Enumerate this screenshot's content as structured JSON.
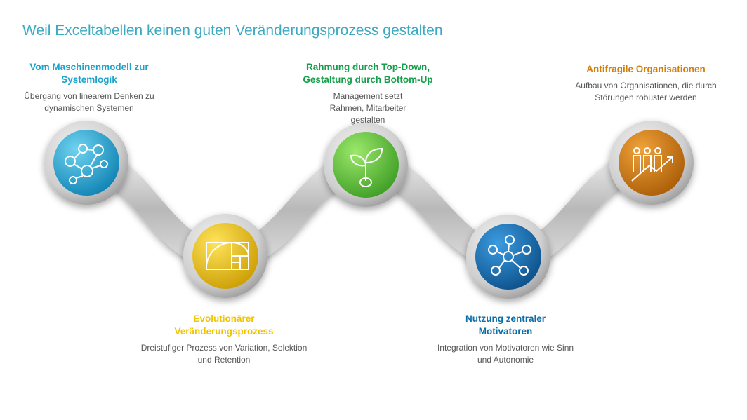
{
  "title": "Weil Exceltabellen keinen guten Veränderungsprozess gestalten",
  "steps": [
    {
      "heading": "Vom Maschinenmodell zur Systemlogik",
      "text": "Übergang von linearem Denken zu dynamischen Systemen",
      "color": "#1ba3cc",
      "icon": "network-people-icon"
    },
    {
      "heading": "Evolutionärer Veränderungsprozess",
      "text": "Dreistufiger Prozess von Variation, Selektion und Retention",
      "color": "#f0c400",
      "icon": "golden-spiral-icon"
    },
    {
      "heading": "Rahmung durch Top-Down, Gestaltung durch Bottom-Up",
      "text": "Management setzt Rahmen, Mitarbeiter gestalten",
      "color": "#14a04a",
      "icon": "seedling-icon"
    },
    {
      "heading": "Nutzung zentraler Motivatoren",
      "text": "Integration von Motivatoren wie Sinn und Autonomie",
      "color": "#0a6ea8",
      "icon": "motivation-network-icon"
    },
    {
      "heading": "Antifragile Organisationen",
      "text": "Aufbau von Organisationen, die durch Störungen robuster werden",
      "color": "#d47f0c",
      "icon": "team-growth-icon"
    }
  ]
}
